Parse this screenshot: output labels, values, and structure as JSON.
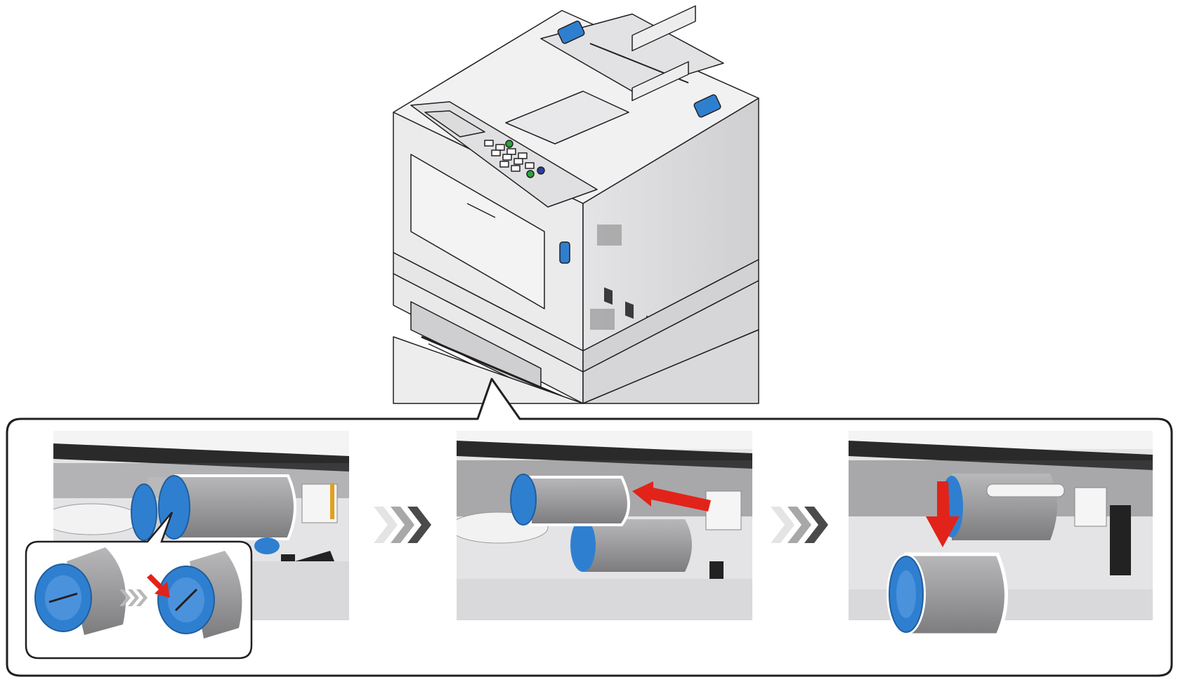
{
  "figure": {
    "subject": "printer-with-tray-units",
    "steps": [
      {
        "id": 1,
        "action": "push-roller-until-click",
        "arrow_direction": "down-right"
      },
      {
        "id": 2,
        "action": "slide-roller-left",
        "arrow_direction": "left"
      },
      {
        "id": 3,
        "action": "remove-roller-down",
        "arrow_direction": "down"
      }
    ],
    "step_separator_icon": "chevron-triple-right-icon"
  },
  "colors": {
    "accent_blue": "#2f7fd0",
    "arrow_red": "#e2231a",
    "body_light": "#eeeeef",
    "body_mid": "#d8d8da",
    "roller_gray": "#9c9c9e",
    "frame": "#231f20"
  }
}
